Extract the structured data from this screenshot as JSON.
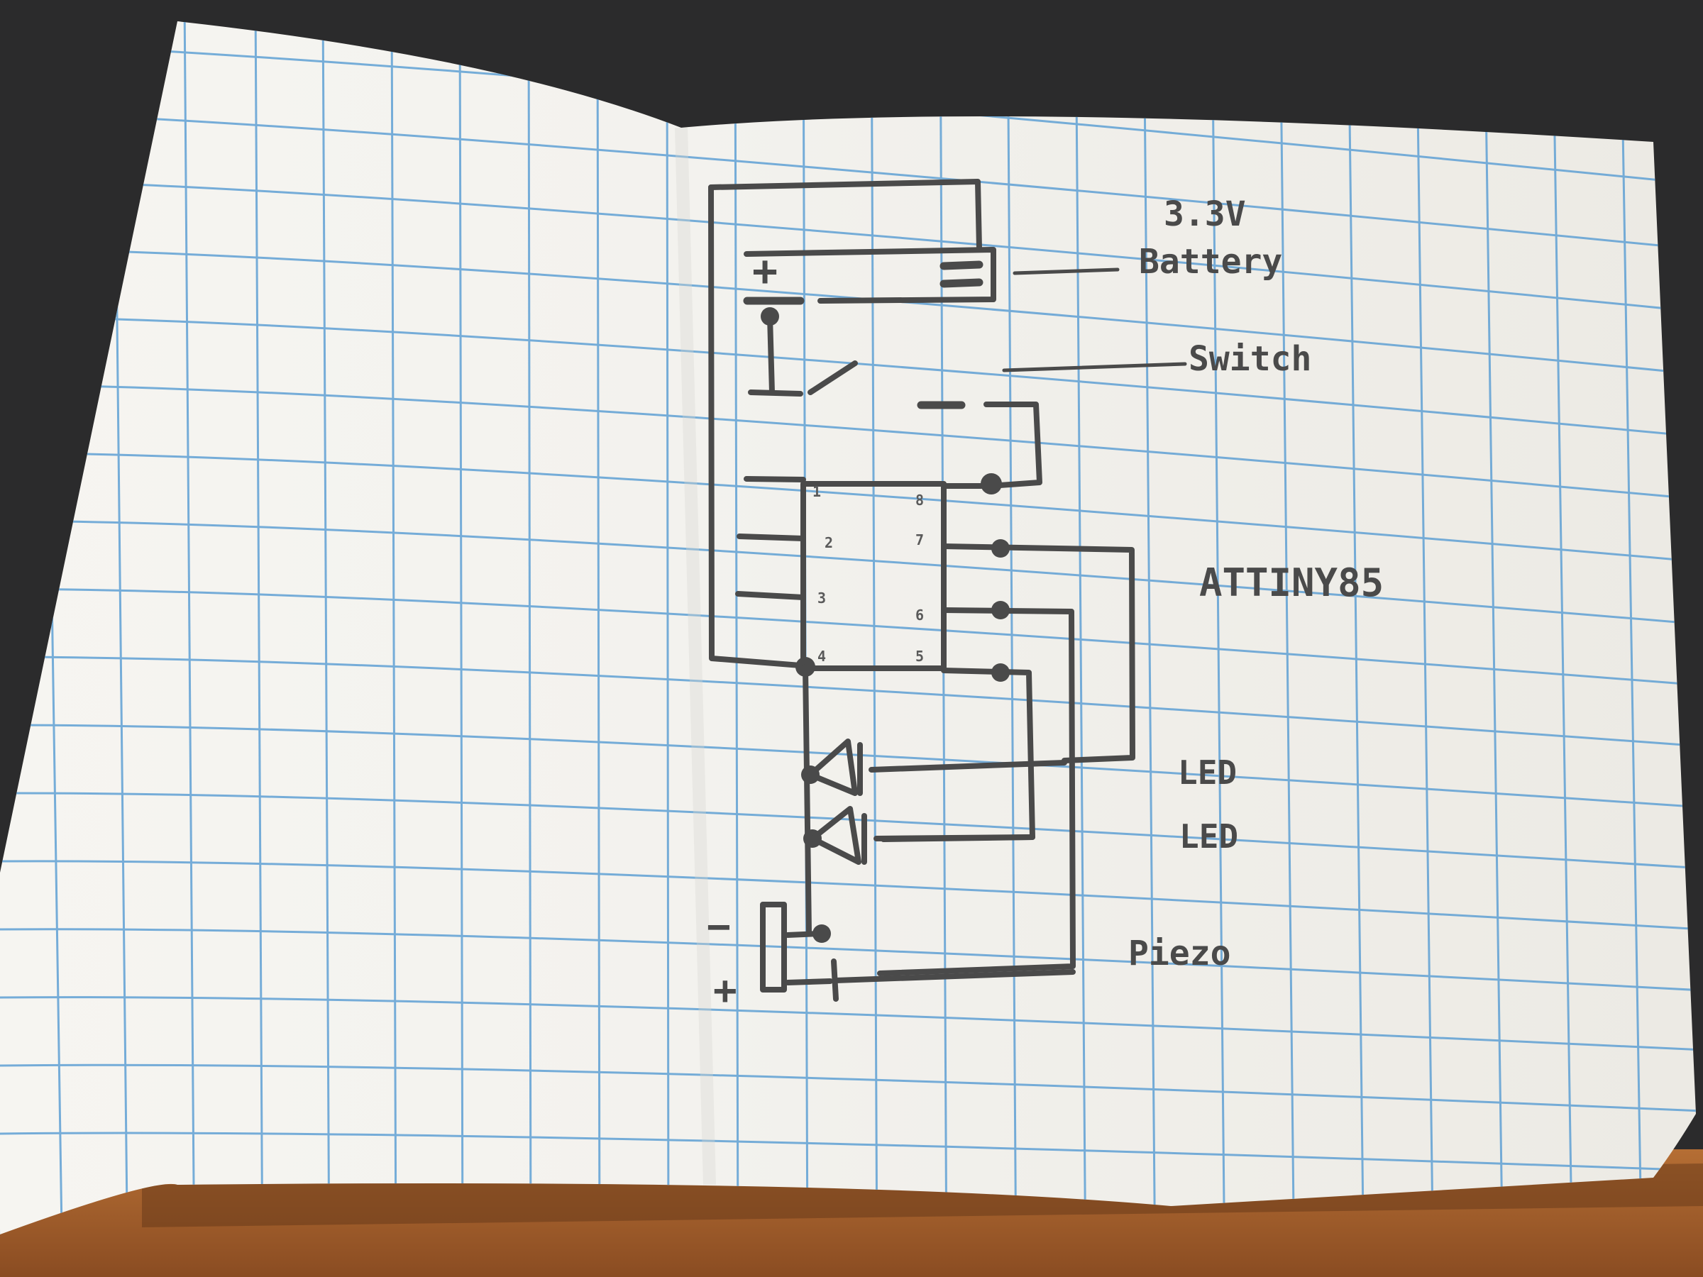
{
  "labels": {
    "battery_voltage": "3.3V",
    "battery": "Battery",
    "switch": "Switch",
    "chip": "ATTINY85",
    "led_1": "LED",
    "led_2": "LED",
    "piezo": "Piezo",
    "battery_plus": "+",
    "piezo_minus": "−",
    "piezo_plus": "+"
  },
  "chip_pins": {
    "left": [
      "1",
      "2",
      "3",
      "4"
    ],
    "right": [
      "8",
      "7",
      "6",
      "5"
    ]
  },
  "colors": {
    "paper": "#f4f3ef",
    "grid": "#5fa0d4",
    "ink": "#4a4a4a",
    "table": "#9a5a2c",
    "background": "#2b2b2c"
  }
}
